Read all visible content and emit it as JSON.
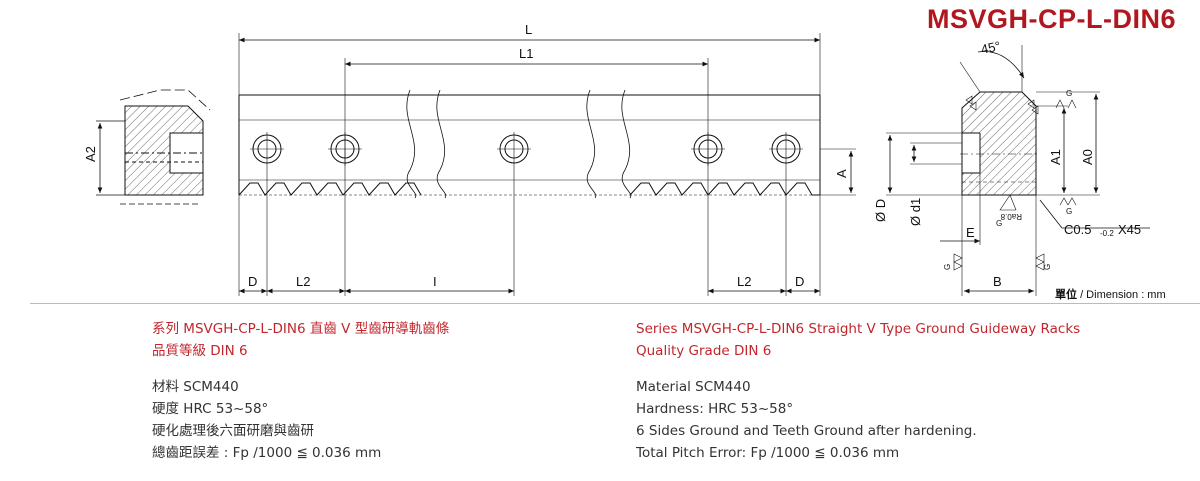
{
  "title": "MSVGH-CP-L-DIN6",
  "drawing": {
    "labels": {
      "L": "L",
      "L1": "L1",
      "L2_left": "L2",
      "L2_right": "L2",
      "D_left": "D",
      "D_right": "D",
      "I": "I",
      "A": "A",
      "A2": "A2",
      "A1": "A1",
      "A0": "A0",
      "D_dia": "Ø D",
      "d1_dia": "Ø d1",
      "E": "E",
      "B": "B",
      "angle": "45°",
      "chamfer_base": "C0.5",
      "chamfer_tol": "-0.2",
      "chamfer_angle": "X45",
      "roughness": "Ra0.8",
      "grind_symbol": "G"
    },
    "unit": {
      "zh": "單位",
      "en": "/ Dimension : mm"
    }
  },
  "specs_zh": {
    "series": "系列 MSVGH-CP-L-DIN6 直齒 V 型齒研導軌齒條",
    "grade": "品質等級 DIN 6",
    "material": "材料 SCM440",
    "hardness": "硬度 HRC 53~58°",
    "process": "硬化處理後六面研磨與齒研",
    "pitch_error": "總齒距誤差 : Fp /1000 ≦ 0.036 mm"
  },
  "specs_en": {
    "series": "Series MSVGH-CP-L-DIN6 Straight V Type Ground Guideway Racks",
    "grade": "Quality Grade DIN 6",
    "material": "Material SCM440",
    "hardness": "Hardness: HRC 53~58°",
    "process": "6 Sides Ground and Teeth Ground after hardening.",
    "pitch_error": "Total Pitch Error: Fp /1000 ≦ 0.036 mm"
  },
  "colors": {
    "title": "#b0171f",
    "series_text": "#c2262c",
    "body_text": "#333333"
  }
}
